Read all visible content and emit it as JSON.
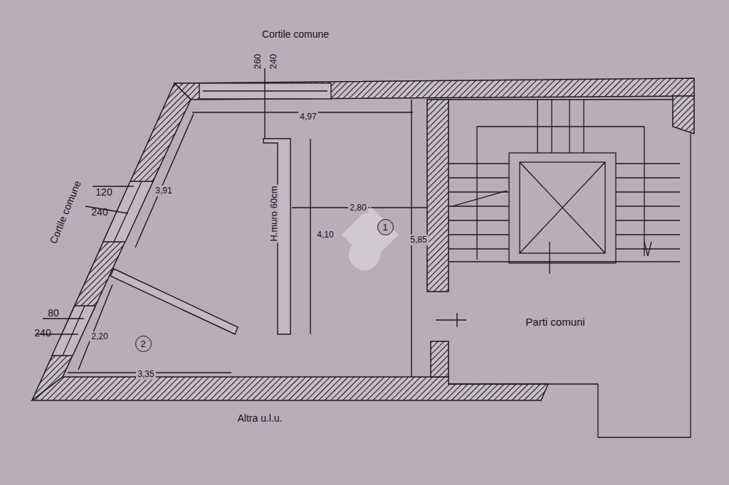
{
  "diagram": {
    "nodes": [
      {
        "text": [
          "1"
        ]
      },
      {
        "text": [
          "2"
        ]
      }
    ],
    "labels": [
      "Cortile comune",
      "260",
      "240",
      "4,97",
      "3,91",
      "Cortile comune",
      "120",
      "240",
      "H.muro 60cm",
      "4,10",
      "2,80",
      "5,85",
      "80",
      "240",
      "2,20",
      "3,35",
      "Parti comuni",
      "Altra u.l.u."
    ]
  }
}
